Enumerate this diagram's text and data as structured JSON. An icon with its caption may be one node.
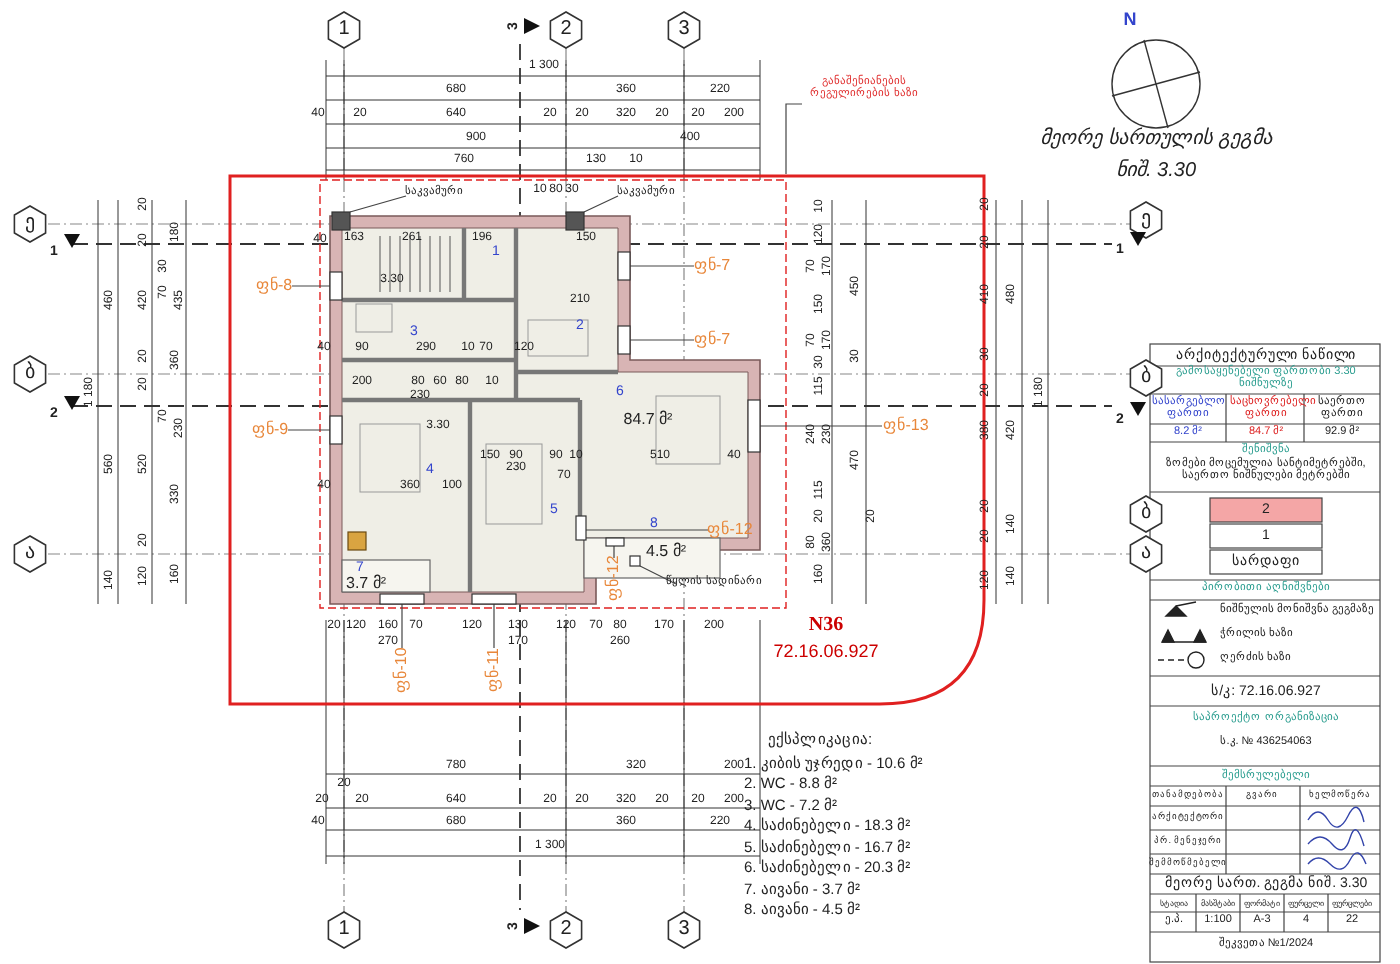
{
  "diagram": {
    "title": "მეორე სართულის გეგმა",
    "nodes": [
      {
        "text": [
          "საკვამური"
        ]
      },
      {
        "text": [
          "საკვამური"
        ]
      },
      {
        "text": [
          "განაშენიანების რეგულირების ხაზი"
        ]
      },
      {
        "text": [
          "ფნ-8"
        ]
      },
      {
        "text": [
          "ფნ-7"
        ]
      },
      {
        "text": [
          "ფნ-7"
        ]
      },
      {
        "text": [
          "ფნ-9"
        ]
      },
      {
        "text": [
          "ფნ-13"
        ]
      },
      {
        "text": [
          "ფნ-12"
        ]
      },
      {
        "text": [
          "ფნ-12"
        ]
      },
      {
        "text": [
          "ფნ-10"
        ]
      },
      {
        "text": [
          "ფნ-11"
        ]
      },
      {
        "text": [
          "წყლის სადინარი"
        ]
      },
      {
        "text": [],
        "shape": "box"
      },
      {
        "text": [],
        "shape": "box"
      },
      {
        "text": [],
        "shape": "box"
      },
      {
        "text": [],
        "shape": "box"
      },
      {
        "text": [],
        "shape": "box"
      },
      {
        "text": [],
        "shape": "box"
      },
      {
        "text": [],
        "shape": "box"
      },
      {
        "text": [],
        "shape": "box"
      },
      {
        "text": [],
        "shape": "box"
      },
      {
        "text": [],
        "shape": "box"
      },
      {
        "text": [],
        "shape": "box"
      },
      {
        "text": [],
        "shape": "box"
      }
    ],
    "edges": [
      {
        "from": 0,
        "to": 13,
        "arrow": "none"
      },
      {
        "from": 1,
        "to": 14,
        "arrow": "none"
      },
      {
        "from": 2,
        "to": null,
        "arrow": "none"
      },
      {
        "from": 3,
        "to": 15,
        "arrow": "none"
      },
      {
        "from": 4,
        "to": 16,
        "arrow": "none"
      },
      {
        "from": 5,
        "to": 17,
        "arrow": "none"
      },
      {
        "from": 6,
        "to": 18,
        "arrow": "none"
      },
      {
        "from": 7,
        "to": 19,
        "arrow": "none"
      },
      {
        "from": 8,
        "to": 20,
        "arrow": "none"
      },
      {
        "from": 9,
        "to": 21,
        "arrow": "none"
      },
      {
        "from": 10,
        "to": 22,
        "arrow": "none"
      },
      {
        "from": 11,
        "to": 23,
        "arrow": "none"
      },
      {
        "from": 12,
        "to": 24,
        "arrow": "none"
      }
    ],
    "labels": [
      "1",
      "3",
      "2",
      "3",
      "1 300",
      "680",
      "360",
      "220",
      "40",
      "20",
      "640",
      "20",
      "20",
      "320",
      "20",
      "20",
      "200",
      "900",
      "400",
      "760",
      "130",
      "10",
      "N",
      "ნიშ. 3.30",
      "10",
      "80",
      "30",
      "ე",
      "1",
      "ბ",
      "2",
      "ა",
      "1 180",
      "460",
      "560",
      "140",
      "20",
      "20",
      "420",
      "20",
      "20",
      "520",
      "20",
      "120",
      "180",
      "30",
      "70",
      "435",
      "360",
      "70",
      "230",
      "330",
      "160",
      "1",
      "40",
      "163",
      "261",
      "196",
      "150",
      "210",
      "2",
      "3",
      "40",
      "90",
      "290",
      "10",
      "70",
      "120",
      "3.30",
      "200",
      "80",
      "60",
      "80",
      "10",
      "230",
      "6",
      "84.7 მ²",
      "3.30",
      "150",
      "90",
      "90",
      "10",
      "510",
      "40",
      "230",
      "70",
      "4",
      "40",
      "360",
      "100",
      "5",
      "8",
      "4.5 მ²",
      "7",
      "3.7 მ²",
      "20",
      "120",
      "160",
      "70",
      "120",
      "130",
      "120",
      "70",
      "80",
      "170",
      "200",
      "270",
      "170",
      "260",
      "10",
      "120",
      "70",
      "170",
      "150",
      "70",
      "170",
      "30",
      "115",
      "240",
      "230",
      "115",
      "20",
      "80",
      "360",
      "160",
      "450",
      "30",
      "470",
      "20",
      "20",
      "20",
      "410",
      "30",
      "20",
      "380",
      "20",
      "20",
      "120",
      "480",
      "420",
      "140",
      "140",
      "1 180",
      "ე",
      "1",
      "ბ",
      "2",
      "ბ",
      "ა",
      "N36",
      "72.16.06.927",
      "780",
      "320",
      "200",
      "20",
      "20",
      "20",
      "640",
      "20",
      "20",
      "320",
      "20",
      "20",
      "200",
      "40",
      "680",
      "360",
      "220",
      "1 300",
      "1",
      "3",
      "2",
      "3",
      "ექსპლიკაცია:",
      "1. კიბის უჯრედი - 10.6 მ²",
      "2. WC - 8.8 მ²",
      "3. WC - 7.2 მ²",
      "4. საძინებელი - 18.3 მ²",
      "5. საძინებელი - 16.7 მ²",
      "6. საძინებელი - 20.3 მ²",
      "7. აივანი - 3.7 მ²",
      "8. აივანი - 4.5 მ²",
      "არქიტექტურული ნაწილი",
      "გამოსაყენებელი ფართობი 3.30 ნიშნულზე",
      "სასარგებლო ფართი",
      "საცხოვრებელი ფართი",
      "საერთო ფართი",
      "8.2 მ²",
      "84.7 მ²",
      "92.9 მ²",
      "შენიშვნა",
      "ზომები მოცემულია სანტიმეტრებში, საერთო ნიშნულები მეტრებში",
      "2",
      "1",
      "სარდაფი",
      "პირობითი აღნიშვნები",
      "ს/კ: 72.16.06.927",
      "საპროექტო ორგანიზაცია",
      "ს.კ. № 436254063",
      "შემსრულებელი",
      "თანამდებობა",
      "გვარი",
      "ხელმოწერა",
      "არქიტექტორი",
      "პრ. მენეჯერი",
      "შემმოწმებელი",
      "მეორე სართ. გეგმა ნიშ. 3.30",
      "სტადია",
      "მასშტაბი",
      "ფორმატი",
      "ფურცელი",
      "ფურცლები",
      "ე.პ.",
      "1:100",
      "A-3",
      "4",
      "22",
      "შეკვეთა №1/2024"
    ],
    "legend": [
      {
        "text": "ნიშნულის მონიშვნა გეგმაზე"
      },
      {
        "text": "ჭრილის ხაზი"
      },
      {
        "text": "ღერძის ხაზი"
      }
    ]
  }
}
